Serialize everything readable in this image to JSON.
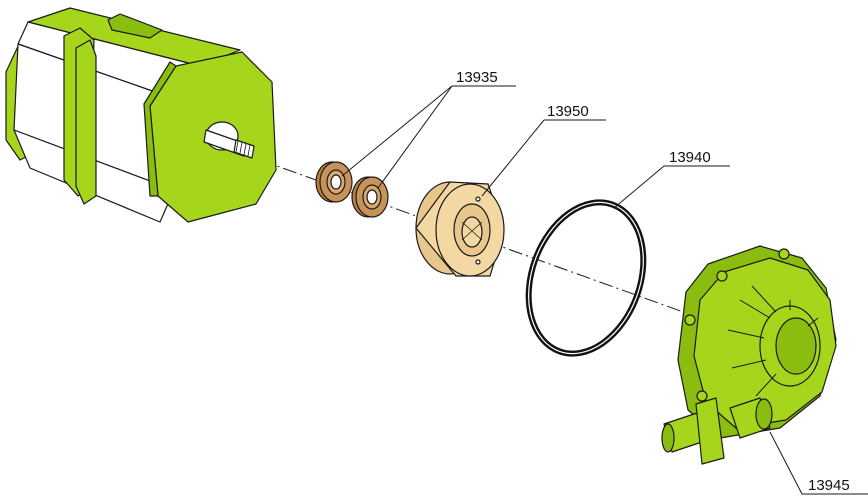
{
  "colors": {
    "motor_green": "#a6d61c",
    "motor_green_dark": "#8bbd10",
    "motor_white": "#ffffff",
    "bearing_brown": "#c8935a",
    "flange_beige": "#f3d8a4",
    "oring_black": "#111111",
    "outline": "#1a1a1a"
  },
  "callouts": [
    {
      "id": "bearings",
      "part_number": "13935"
    },
    {
      "id": "flange",
      "part_number": "13950"
    },
    {
      "id": "oring",
      "part_number": "13940"
    },
    {
      "id": "pump-housing",
      "part_number": "13945"
    }
  ]
}
